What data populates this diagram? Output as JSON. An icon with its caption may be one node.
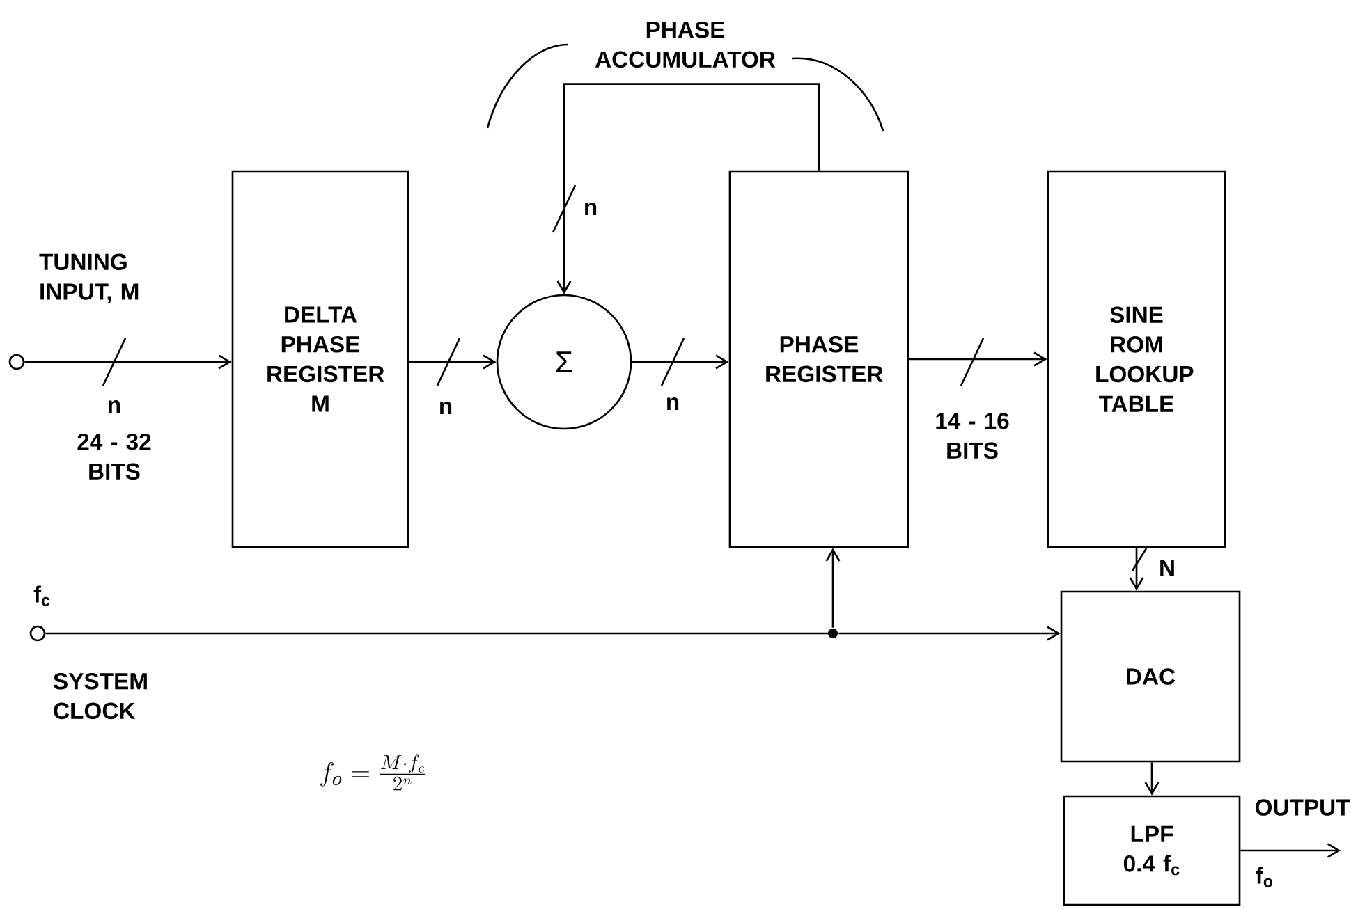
{
  "diagram": {
    "nodes": [
      {
        "text": [],
        "shape": "circle",
        "beside": [
          "TUNING INPUT, M"
        ]
      },
      {
        "text": [
          "DELTA PHASE REGISTER M"
        ]
      },
      {
        "text": [
          "Σ"
        ]
      },
      {
        "text": [
          "PHASE REGISTER"
        ]
      },
      {
        "text": [
          "SINE ROM LOOKUP TABLE"
        ]
      },
      {
        "text": [],
        "shape": "circle",
        "beside": [
          "f$_{c}$",
          "SYSTEM CLOCK"
        ]
      },
      {
        "text": [],
        "shape": "dot"
      },
      {
        "text": [
          "DAC"
        ]
      },
      {
        "text": [
          "LPF 0.4 f$_{c}$"
        ]
      }
    ],
    "edges": [
      {
        "from": 0,
        "to": 1,
        "arrow": "to",
        "label": "n"
      },
      {
        "from": 1,
        "to": 2,
        "arrow": "to",
        "label": "n"
      },
      {
        "from": 2,
        "to": 3,
        "arrow": "to",
        "label": "n"
      },
      {
        "from": 3,
        "to": 2,
        "arrow": "to",
        "label": "n"
      },
      {
        "from": 3,
        "to": 4,
        "arrow": "to",
        "label": "14 - 16 BITS"
      },
      {
        "from": 5,
        "to": 6,
        "arrow": "none"
      },
      {
        "from": 6,
        "to": 3,
        "arrow": "to"
      },
      {
        "from": 6,
        "to": 7,
        "arrow": "to"
      },
      {
        "from": 4,
        "to": 7,
        "arrow": "to",
        "label": "N"
      },
      {
        "from": 7,
        "to": 8,
        "arrow": "to"
      },
      {
        "from": 8,
        "to": null,
        "arrow": "to",
        "label": "OUTPUT"
      }
    ],
    "labels": [
      "24 - 32 BITS",
      "PHASE ACCUMULATOR",
      "f$_{o}$",
      "f_{o} = \\frac{M\\cdot f_{c}}{2^{n}}"
    ]
  }
}
